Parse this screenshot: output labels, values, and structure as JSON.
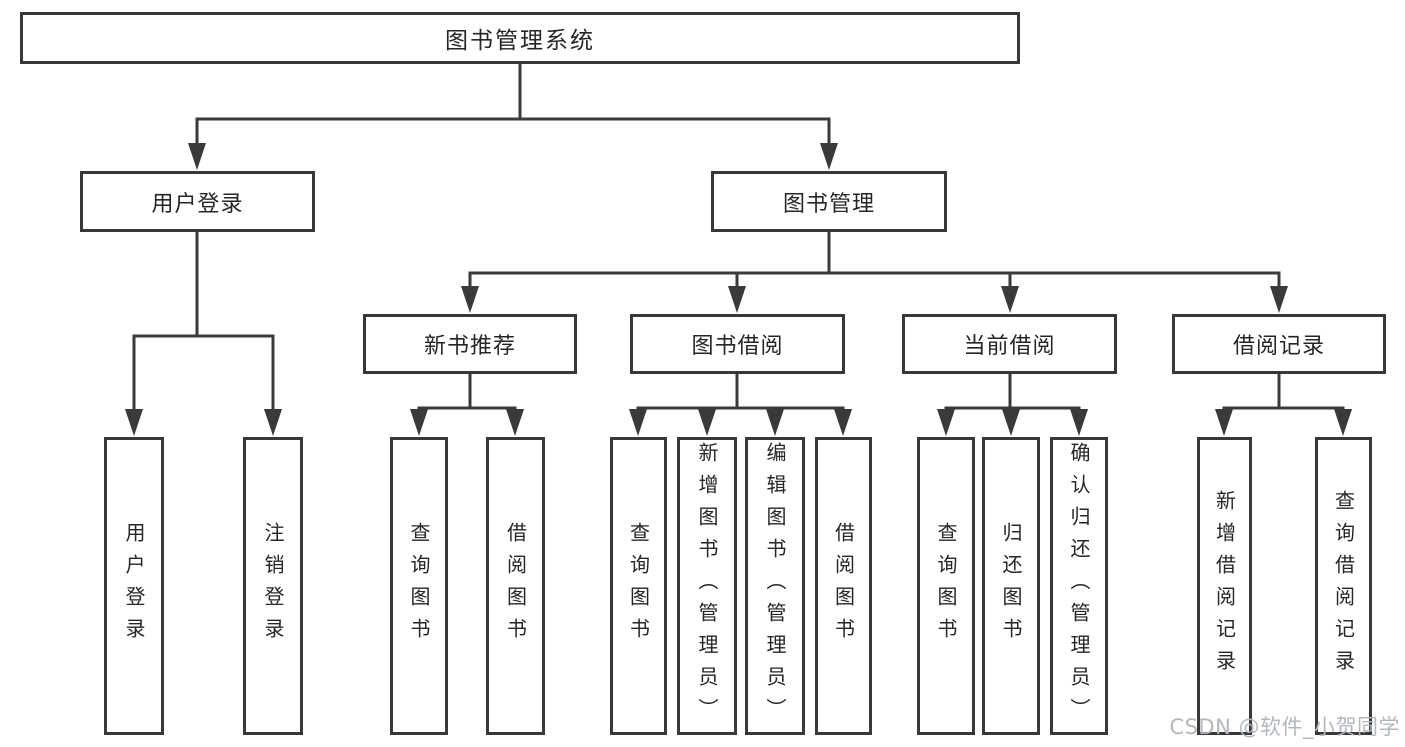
{
  "diagram": {
    "root": {
      "label": "图书管理系统",
      "children": [
        {
          "label": "用户登录",
          "children": [
            {
              "label": "用户登录"
            },
            {
              "label": "注销登录"
            }
          ]
        },
        {
          "label": "图书管理",
          "children": [
            {
              "label": "新书推荐",
              "children": [
                {
                  "label": "查询图书"
                },
                {
                  "label": "借阅图书"
                }
              ]
            },
            {
              "label": "图书借阅",
              "children": [
                {
                  "label": "查询图书"
                },
                {
                  "label": "新增图书（管理员）"
                },
                {
                  "label": "编辑图书（管理员）"
                },
                {
                  "label": "借阅图书"
                }
              ]
            },
            {
              "label": "当前借阅",
              "children": [
                {
                  "label": "查询图书"
                },
                {
                  "label": "归还图书"
                },
                {
                  "label": "确认归还（管理员）"
                }
              ]
            },
            {
              "label": "借阅记录",
              "children": [
                {
                  "label": "新增借阅记录"
                },
                {
                  "label": "查询借阅记录"
                }
              ]
            }
          ]
        }
      ]
    }
  },
  "watermark": {
    "text": "CSDN @软件_小贺同学",
    "color": "#b3b8bd"
  },
  "colors": {
    "line": "#3a3a3a",
    "box_border": "#383838",
    "box_background": "#ffffff",
    "text": "#262626",
    "page_background": "#ffffff"
  }
}
